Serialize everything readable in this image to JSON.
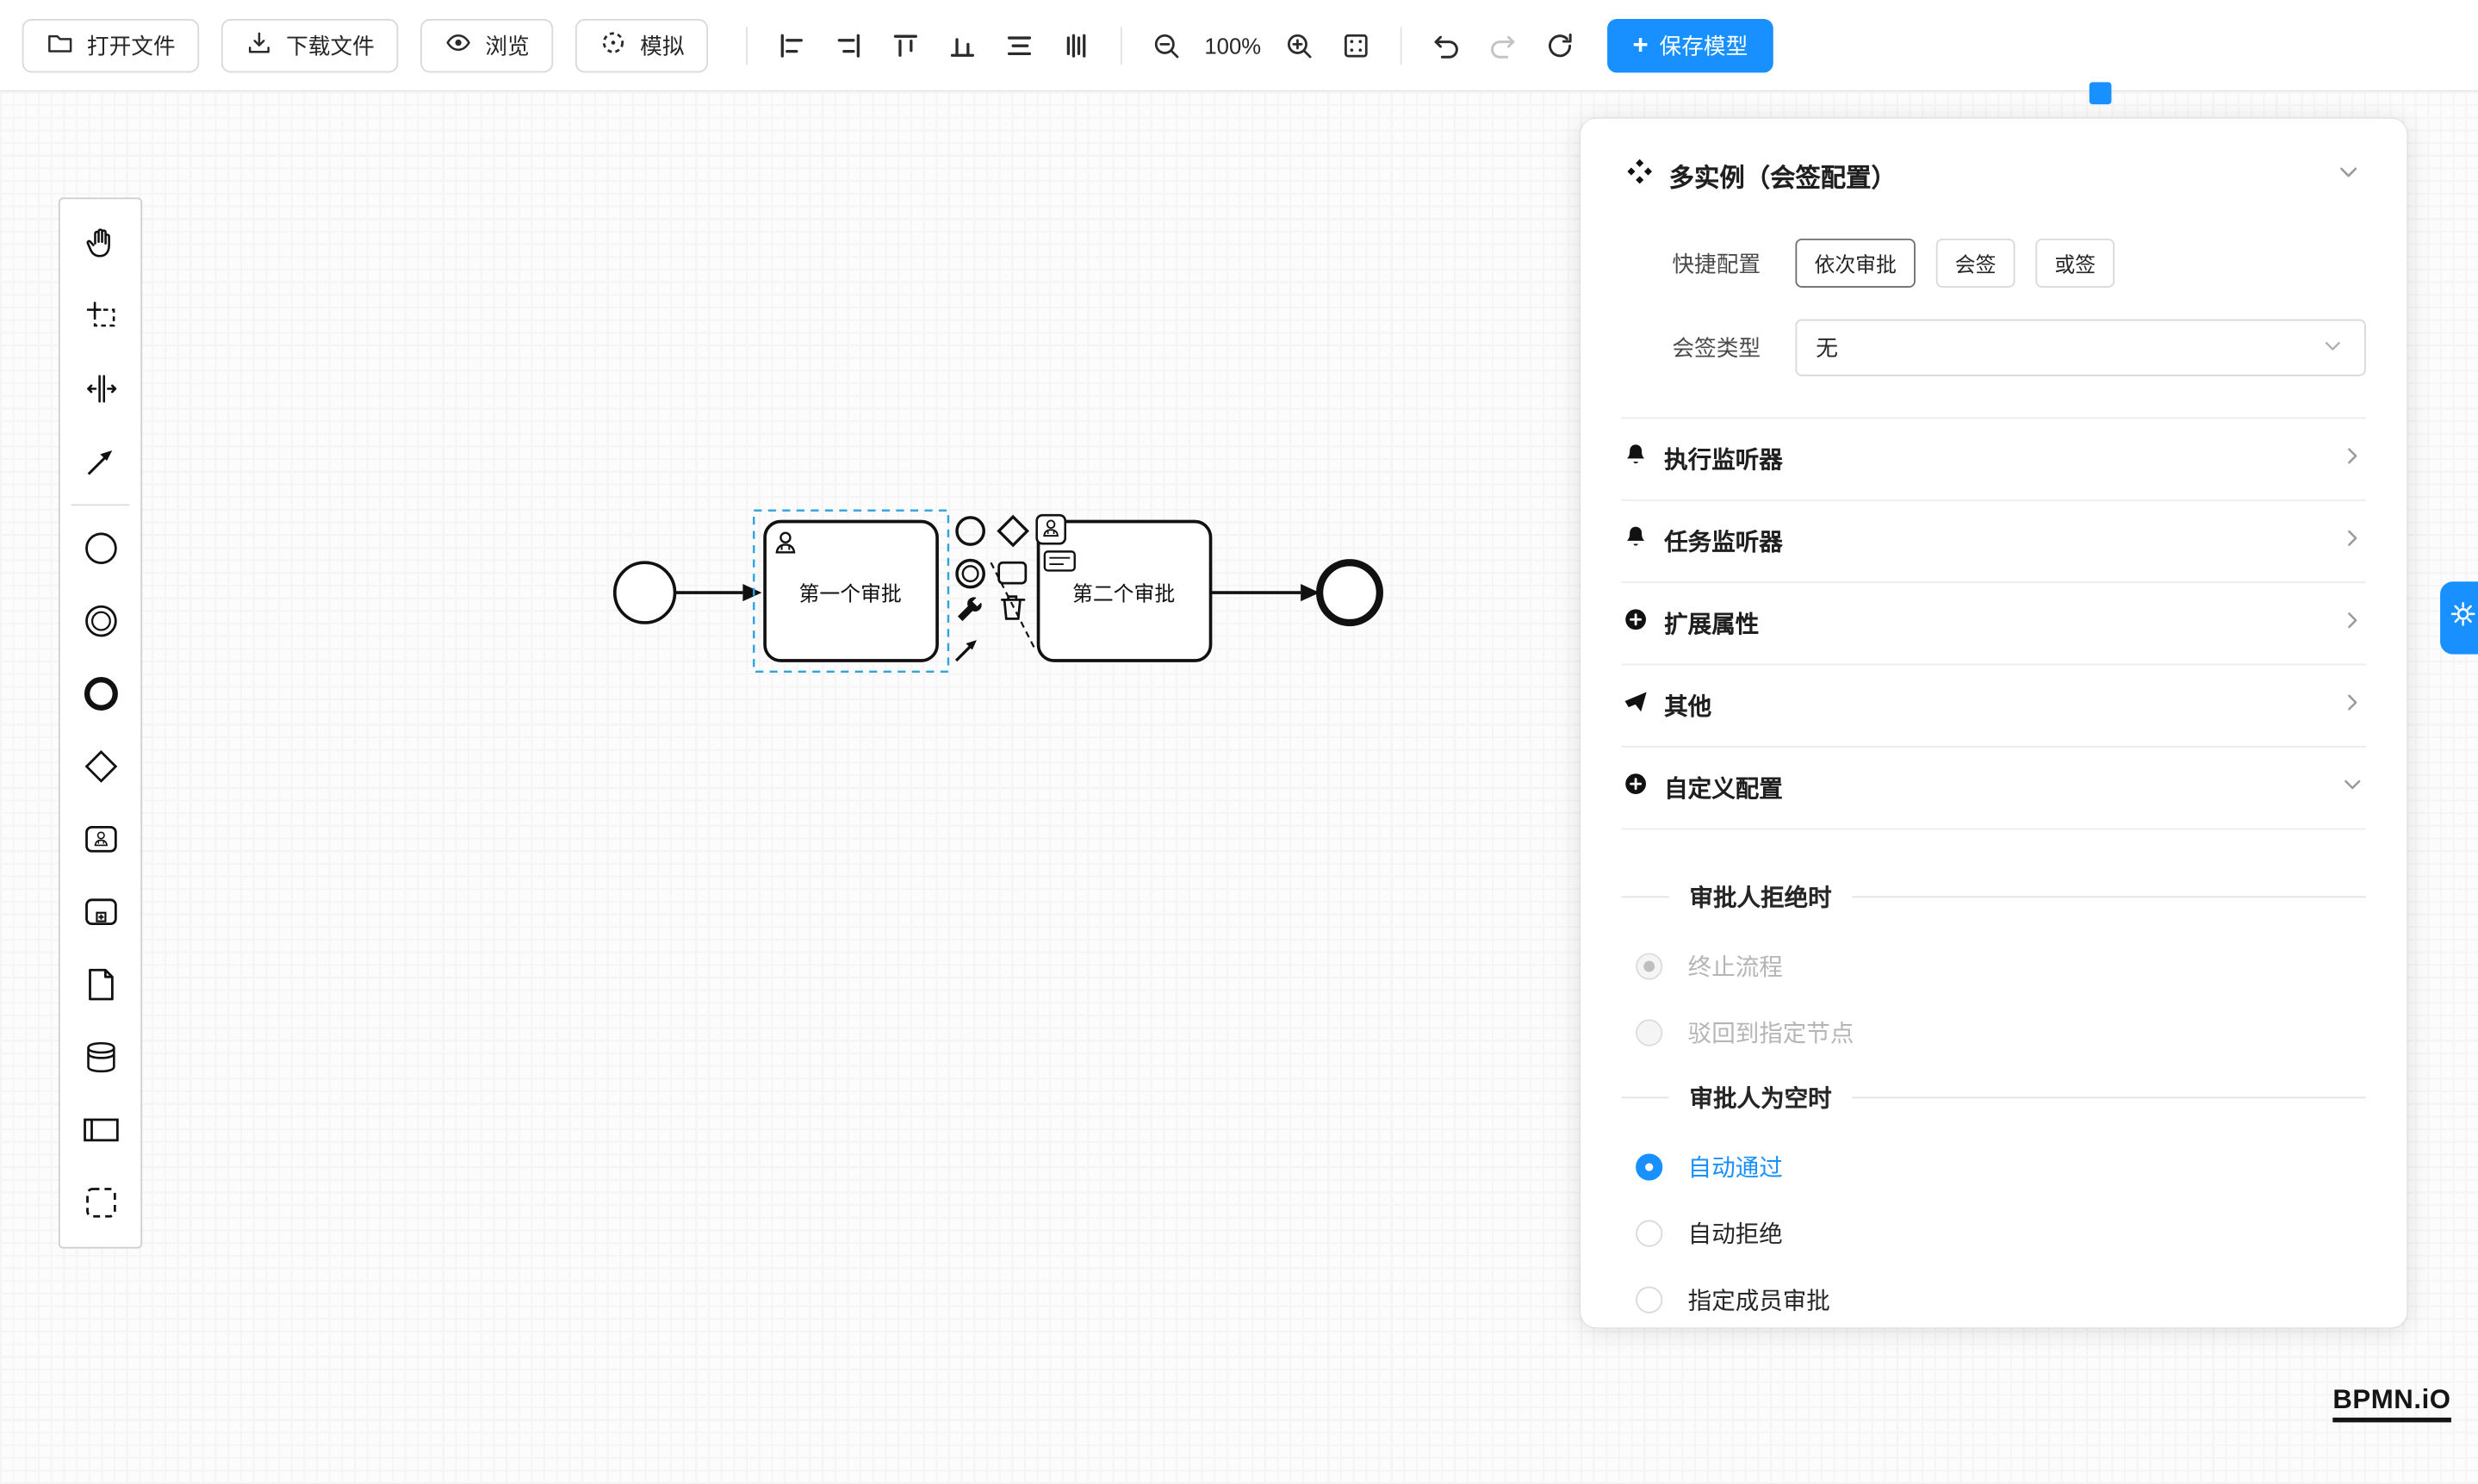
{
  "toolbar": {
    "open_file": "打开文件",
    "download_file": "下载文件",
    "preview": "浏览",
    "simulate": "模拟",
    "zoom_level": "100%",
    "save_model": "保存模型"
  },
  "diagram": {
    "task1_label": "第一个审批",
    "task2_label": "第二个审批"
  },
  "panel": {
    "title": "多实例（会签配置）",
    "quick_label": "快捷配置",
    "quick_options": [
      {
        "label": "依次审批",
        "active": true
      },
      {
        "label": "会签",
        "active": false
      },
      {
        "label": "或签",
        "active": false
      }
    ],
    "type_label": "会签类型",
    "type_value": "无",
    "collapsibles": [
      {
        "label": "执行监听器"
      },
      {
        "label": "任务监听器"
      },
      {
        "label": "扩展属性"
      },
      {
        "label": "其他"
      },
      {
        "label": "自定义配置"
      }
    ],
    "reject_title": "审批人拒绝时",
    "reject_options": [
      {
        "label": "终止流程",
        "selected": true,
        "disabled": true
      },
      {
        "label": "驳回到指定节点",
        "selected": false,
        "disabled": true
      }
    ],
    "empty_title": "审批人为空时",
    "empty_options": [
      {
        "label": "自动通过",
        "selected": true
      },
      {
        "label": "自动拒绝",
        "selected": false
      },
      {
        "label": "指定成员审批",
        "selected": false
      }
    ]
  },
  "logo": "BPMN.iO",
  "colors": {
    "accent": "#1890ff"
  }
}
